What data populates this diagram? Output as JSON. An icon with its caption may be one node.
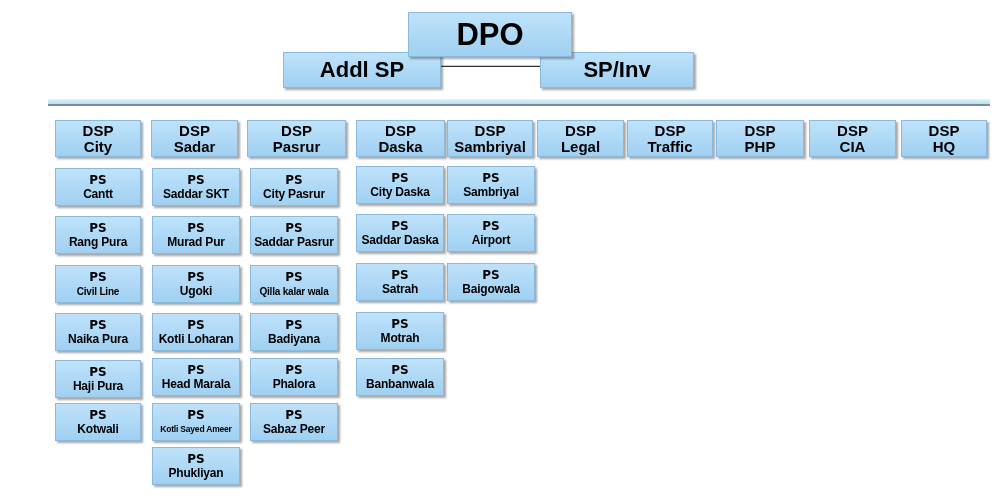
{
  "diagram": {
    "nodes": [
      {
        "text": [
          "DPO"
        ]
      },
      {
        "text": [
          "Addl SP"
        ]
      },
      {
        "text": [
          "SP/Inv"
        ]
      },
      {
        "text": [
          "DSP",
          "City"
        ]
      },
      {
        "text": [
          "DSP",
          "Sadar"
        ]
      },
      {
        "text": [
          "DSP",
          "Pasrur"
        ]
      },
      {
        "text": [
          "DSP",
          "Daska"
        ]
      },
      {
        "text": [
          "DSP",
          "Sambriyal"
        ]
      },
      {
        "text": [
          "DSP",
          "Legal"
        ]
      },
      {
        "text": [
          "DSP",
          "Traffic"
        ]
      },
      {
        "text": [
          "DSP",
          "PHP"
        ]
      },
      {
        "text": [
          "DSP",
          "CIA"
        ]
      },
      {
        "text": [
          "DSP",
          "HQ"
        ]
      },
      {
        "text": [
          "PS",
          "Cantt"
        ]
      },
      {
        "text": [
          "PS",
          "Rang Pura"
        ]
      },
      {
        "text": [
          "PS",
          "Civil Line"
        ]
      },
      {
        "text": [
          "PS",
          "Naika Pura"
        ]
      },
      {
        "text": [
          "PS",
          "Haji Pura"
        ]
      },
      {
        "text": [
          "PS",
          "Kotwali"
        ]
      },
      {
        "text": [
          "PS",
          "Saddar SKT"
        ]
      },
      {
        "text": [
          "PS",
          "Murad Pur"
        ]
      },
      {
        "text": [
          "PS",
          "Ugoki"
        ]
      },
      {
        "text": [
          "PS",
          "Kotli Loharan"
        ]
      },
      {
        "text": [
          "PS",
          "Head Marala"
        ]
      },
      {
        "text": [
          "PS",
          "Kotli Sayed Ameer"
        ]
      },
      {
        "text": [
          "PS",
          "Phukliyan"
        ]
      },
      {
        "text": [
          "PS",
          "City Pasrur"
        ]
      },
      {
        "text": [
          "PS",
          "Saddar Pasrur"
        ]
      },
      {
        "text": [
          "PS",
          "Qilla kalar wala"
        ]
      },
      {
        "text": [
          "PS",
          "Badiyana"
        ]
      },
      {
        "text": [
          "PS",
          "Phalora"
        ]
      },
      {
        "text": [
          "PS",
          "Sabaz Peer"
        ]
      },
      {
        "text": [
          "PS",
          "City Daska"
        ]
      },
      {
        "text": [
          "PS",
          "Saddar Daska"
        ]
      },
      {
        "text": [
          "PS",
          "Satrah"
        ]
      },
      {
        "text": [
          "PS",
          "Motrah"
        ]
      },
      {
        "text": [
          "PS",
          "Banbanwala"
        ]
      },
      {
        "text": [
          "PS",
          "Sambriyal"
        ]
      },
      {
        "text": [
          "PS",
          "Airport"
        ]
      },
      {
        "text": [
          "PS",
          "Baigowala"
        ]
      }
    ],
    "edges": [
      {
        "from": 1,
        "to": 2,
        "arrow": "none"
      }
    ]
  }
}
